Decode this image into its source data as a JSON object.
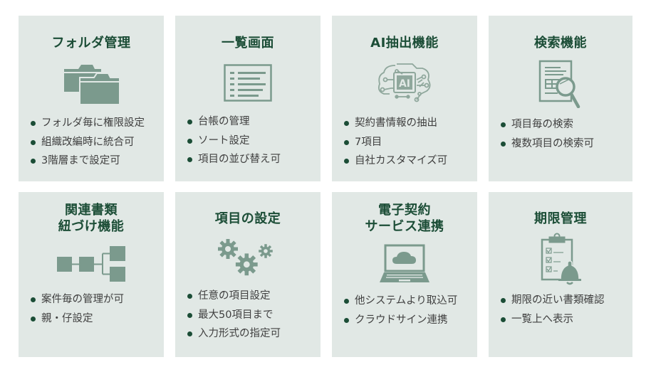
{
  "colors": {
    "card_bg": "#e1e8e5",
    "title": "#1b4d36",
    "icon": "#7b9a8d",
    "bullet_dot": "#1b4d36",
    "text": "#404040"
  },
  "cards": [
    {
      "title": "フォルダ管理",
      "icon": "folders-icon",
      "items": [
        "フォルダ毎に権限設定",
        "組織改編時に統合可",
        "3階層まで設定可"
      ]
    },
    {
      "title": "一覧画面",
      "icon": "list-view-icon",
      "items": [
        "台帳の管理",
        "ソート設定",
        "項目の並び替え可"
      ]
    },
    {
      "title": "AI抽出機能",
      "icon": "ai-brain-icon",
      "icon_label": "AI",
      "items": [
        "契約書情報の抽出",
        "7項目",
        "自社カスタマイズ可"
      ]
    },
    {
      "title": "検索機能",
      "icon": "document-search-icon",
      "items": [
        "項目毎の検索",
        "複数項目の検索可"
      ]
    },
    {
      "title": "関連書類\n紐づけ機能",
      "icon": "linked-documents-icon",
      "items": [
        "案件毎の管理が可",
        "親・仔設定"
      ]
    },
    {
      "title": "項目の設定",
      "icon": "gears-icon",
      "items": [
        "任意の項目設定",
        "最大50項目まで",
        "入力形式の指定可"
      ]
    },
    {
      "title": "電子契約\nサービス連携",
      "icon": "laptop-cloud-icon",
      "items": [
        "他システムより取込可",
        "クラウドサイン連携"
      ]
    },
    {
      "title": "期限管理",
      "icon": "clipboard-bell-icon",
      "items": [
        "期限の近い書類確認",
        "一覧上へ表示"
      ]
    }
  ]
}
